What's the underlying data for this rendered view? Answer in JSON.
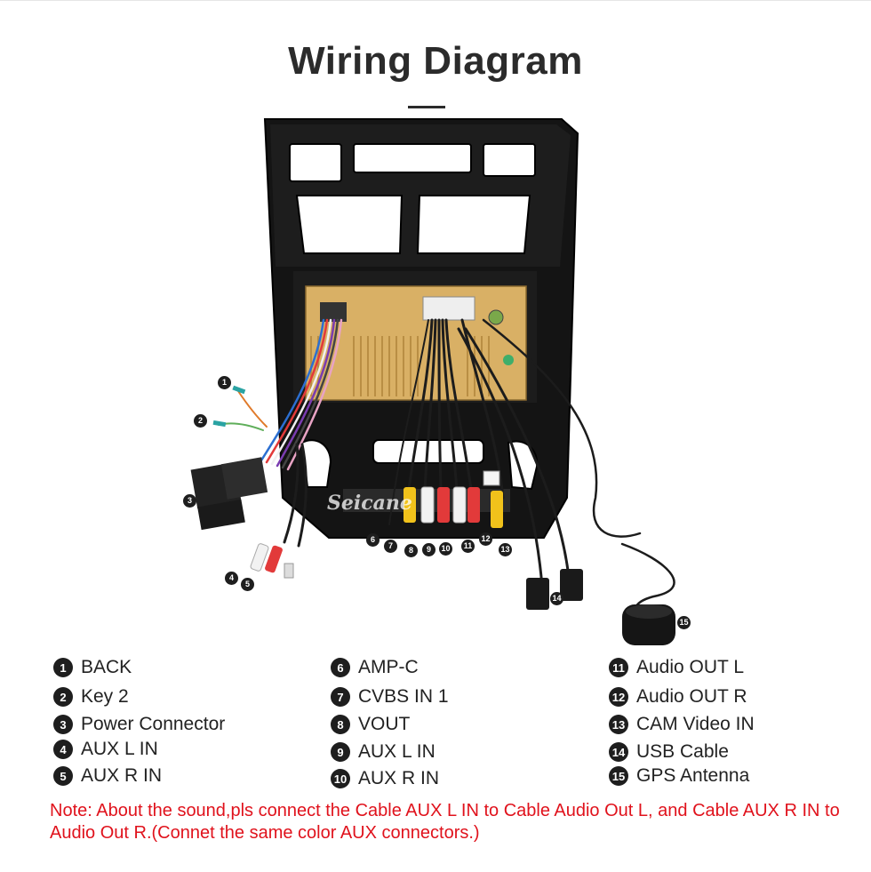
{
  "title": "Wiring Diagram",
  "watermark": "Seicane",
  "colors": {
    "accent_red": "#e0121c",
    "panel_black": "#141414",
    "unit_gold": "#d9b065",
    "rca_red": "#e23a3a",
    "rca_white": "#f2f2f2",
    "rca_yellow": "#f1c21b"
  },
  "callouts": [
    "1",
    "2",
    "3",
    "4",
    "5",
    "6",
    "7",
    "8",
    "9",
    "10",
    "11",
    "12",
    "13",
    "14",
    "15"
  ],
  "legend": [
    {
      "num": "1",
      "label": "BACK"
    },
    {
      "num": "2",
      "label": "Key 2"
    },
    {
      "num": "3",
      "label": "Power Connector"
    },
    {
      "num": "4",
      "label": "AUX L IN"
    },
    {
      "num": "5",
      "label": "AUX R IN"
    },
    {
      "num": "6",
      "label": "AMP-C"
    },
    {
      "num": "7",
      "label": "CVBS IN 1"
    },
    {
      "num": "8",
      "label": "VOUT"
    },
    {
      "num": "9",
      "label": "AUX L IN"
    },
    {
      "num": "10",
      "label": "AUX R IN"
    },
    {
      "num": "11",
      "label": "Audio OUT L"
    },
    {
      "num": "12",
      "label": "Audio OUT R"
    },
    {
      "num": "13",
      "label": "CAM Video IN"
    },
    {
      "num": "14",
      "label": "USB Cable"
    },
    {
      "num": "15",
      "label": "GPS Antenna"
    }
  ],
  "note": "Note: About the sound,pls connect the Cable AUX L IN to Cable Audio Out L, and Cable AUX R IN to  Audio Out R.(Connet the same color AUX connectors.)"
}
